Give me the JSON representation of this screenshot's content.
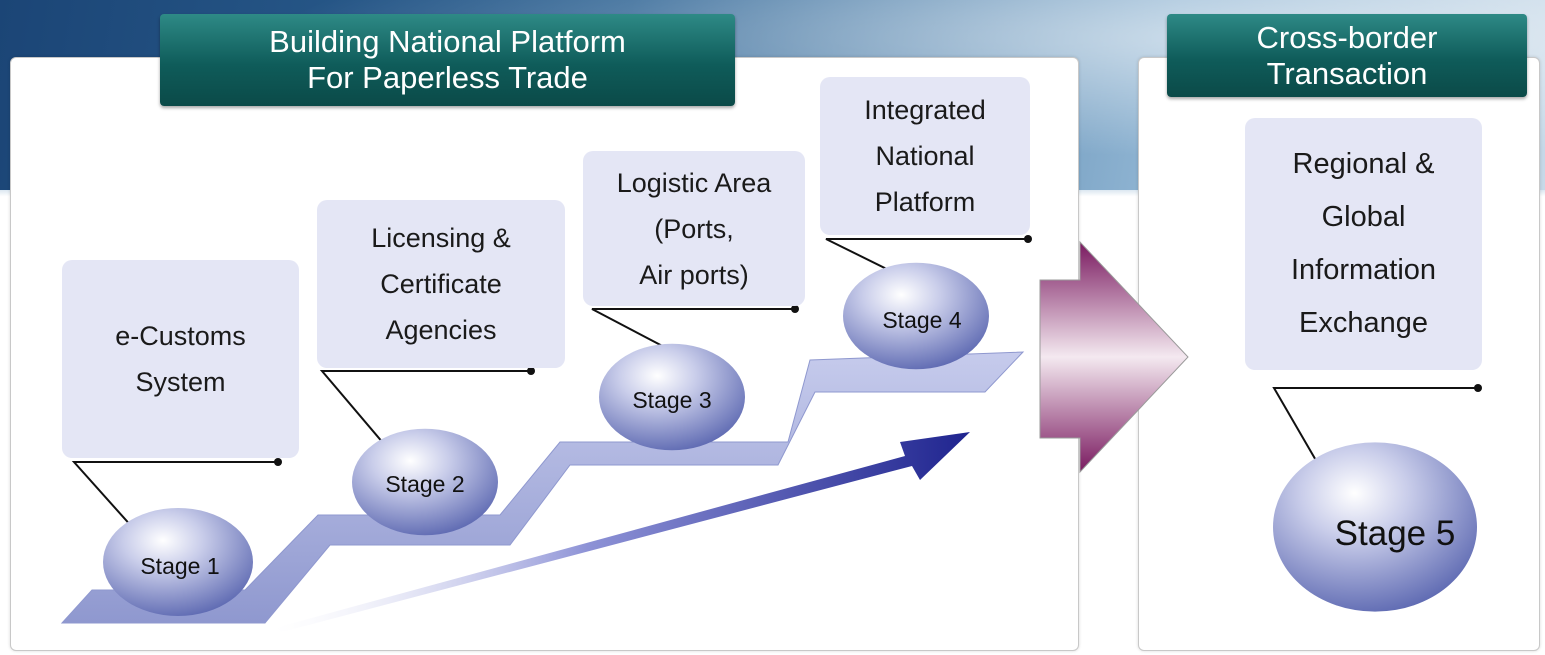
{
  "headers": {
    "left": "Building National Platform\nFor Paperless Trade",
    "right": "Cross-border\nTransaction"
  },
  "stages": [
    {
      "label": "Stage 1",
      "description": "e-Customs\nSystem"
    },
    {
      "label": "Stage 2",
      "description": "Licensing &\nCertificate\nAgencies"
    },
    {
      "label": "Stage 3",
      "description": "Logistic Area\n(Ports,\nAir ports)"
    },
    {
      "label": "Stage 4",
      "description": "Integrated\nNational\nPlatform"
    },
    {
      "label": "Stage 5",
      "description": "Regional &\nGlobal\nInformation\nExchange"
    }
  ],
  "colors": {
    "header_bg": "#0f5c5a",
    "box_bg": "#e4e6f5",
    "step_fill": "#a9b1dd",
    "growth_arrow": "#2a2f9a",
    "transition_arrow": "#8b1f6b"
  }
}
